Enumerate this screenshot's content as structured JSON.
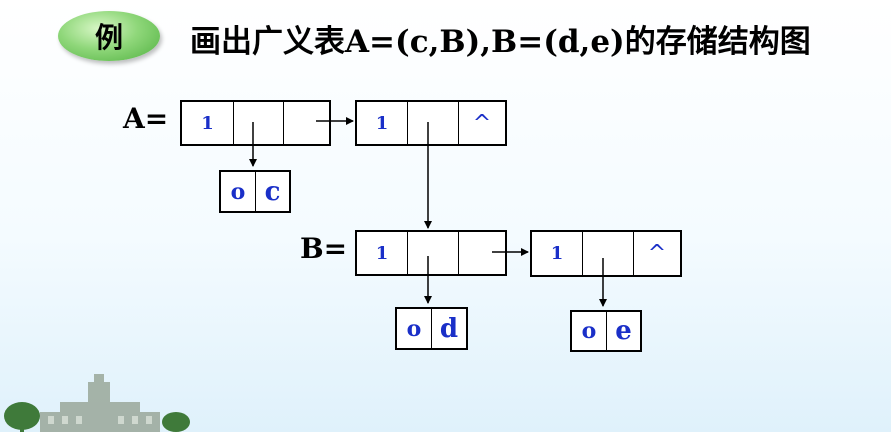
{
  "badge": "例",
  "title": "画出广义表A=(c,B),B=(d,e)的存储结构图",
  "labels": {
    "a": "A=",
    "b": "B="
  },
  "list_nodes": {
    "a1": {
      "tag": "1",
      "tail": ""
    },
    "a2": {
      "tag": "1",
      "tail": "^"
    },
    "b1": {
      "tag": "1",
      "tail": ""
    },
    "b2": {
      "tag": "1",
      "tail": "^"
    }
  },
  "atom_nodes": {
    "c": {
      "tag": "o",
      "value": "c"
    },
    "d": {
      "tag": "o",
      "value": "d"
    },
    "e": {
      "tag": "o",
      "value": "e"
    }
  }
}
